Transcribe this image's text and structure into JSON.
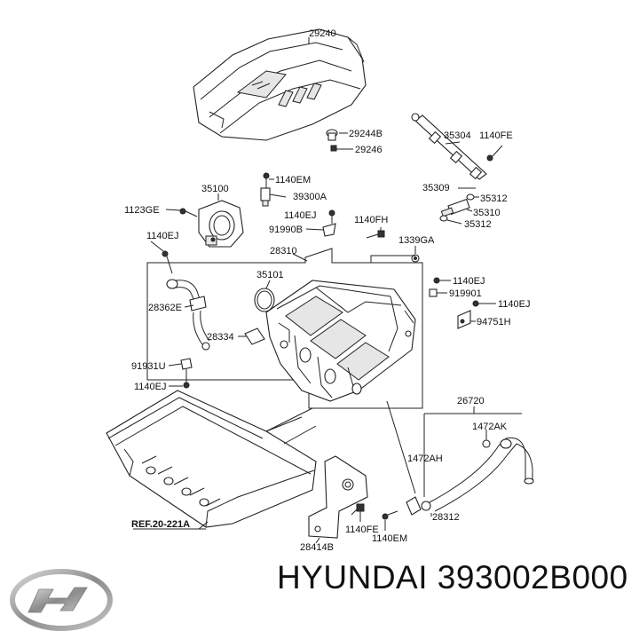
{
  "diagram": {
    "part_labels": {
      "p29240": "29240",
      "p29244B": "29244B",
      "p29246": "29246",
      "p35304": "35304",
      "p1140FE_top": "1140FE",
      "p35100": "35100",
      "p1140EM_top": "1140EM",
      "p39300A": "39300A",
      "p1123GE": "1123GE",
      "p1140EJ_a": "1140EJ",
      "p91990B": "91990B",
      "p1140FH": "1140FH",
      "p35309": "35309",
      "p35312_a": "35312",
      "p35310": "35310",
      "p35312_b": "35312",
      "p1140EJ_left": "1140EJ",
      "p28310": "28310",
      "p1339GA": "1339GA",
      "p35101": "35101",
      "p1140EJ_right1": "1140EJ",
      "p919901": "919901",
      "p1140EJ_right2": "1140EJ",
      "p28362E": "28362E",
      "p94751H": "94751H",
      "p28334": "28334",
      "p91931U": "91931U",
      "p1140EJ_low": "1140EJ",
      "p26720": "26720",
      "p1472AK": "1472AK",
      "p1472AH": "1472AH",
      "p28312": "28312",
      "p1140FE_low": "1140FE",
      "p1140EM_low": "1140EM",
      "p28414B": "28414B",
      "ref": "REF.20-221A"
    }
  },
  "footer": {
    "brand_part": "HYUNDAI 393002B000",
    "logo_icon": "hyundai-logo-icon"
  }
}
